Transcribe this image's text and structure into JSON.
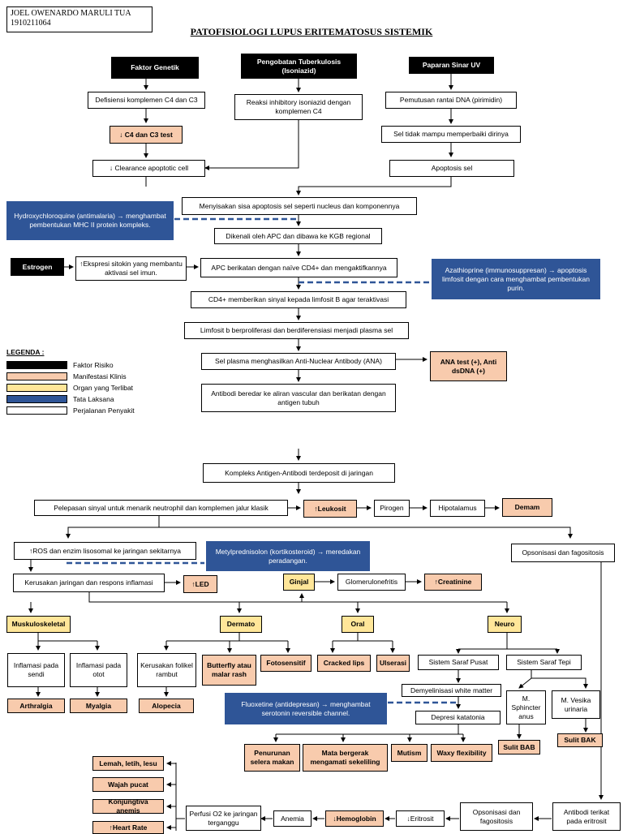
{
  "header": {
    "name": "JOEL OWENARDO MARULI TUA",
    "nim": "1910211064"
  },
  "title": "PATOFISIOLOGI LUPUS ERITEMATOSUS SISTEMIK",
  "nodes": {
    "faktor_genetik": "Faktor Genetik",
    "pengobatan_tb": "Pengobatan Tuberkulosis (Isoniazid)",
    "paparan_uv": "Paparan Sinar UV",
    "defisiensi": "Defisiensi komplemen C4 dan C3",
    "reaksi_inhibitory": "Reaksi inhibitory isoniazid dengan komplemen C4",
    "pemutusan_dna": "Pemutusan rantai DNA (pirimidin)",
    "c4c3_test": "↓ C4 dan C3 test",
    "sel_tidak_mampu": "Sel tidak mampu memperbaiki dirinya",
    "clearance": "↓ Clearance apoptotic cell",
    "apoptosis": "Apoptosis sel",
    "hcq": "Hydroxychloroquine (antimalaria) → menghambat pembentukan MHC II protein kompleks.",
    "menyisakan": "Menyisakan sisa apoptosis sel seperti nucleus dan komponennya",
    "dikenali": "Dikenali oleh APC dan dibawa ke KGB regional",
    "estrogen": "Estrogen",
    "ekspresi": "↑Ekspresi sitokin yang membantu aktivasi sel imun.",
    "apc_berikatan": "APC berikatan dengan naïve CD4+ dan mengaktifkannya",
    "azathioprine": "Azathioprine (immunosuppresan) → apoptosis limfosit dengan cara menghambat pembentukan purin.",
    "cd4": "CD4+ memberikan sinyal kepada limfosit B agar teraktivasi",
    "limfosit_b": "Limfosit b berproliferasi dan berdiferensiasi menjadi plasma sel",
    "sel_plasma": "Sel plasma menghasilkan Anti-Nuclear Antibody (ANA)",
    "ana_test": "ANA test (+), Anti dsDNA (+)",
    "antibodi_beredar": "Antibodi beredar ke aliran vascular dan berikatan dengan antigen tubuh",
    "kompleks": "Kompleks Antigen-Antibodi terdeposit di jaringan",
    "pelepasan": "Pelepasan sinyal untuk menarik neutrophil dan komplemen jalur klasik",
    "leukosit": "↑Leukosit",
    "pirogen": "Pirogen",
    "hipotalamus": "Hipotalamus",
    "demam": "Demam",
    "ros": "↑ROS dan enzim lisosomal ke jaringan sekitarnya",
    "metylpred": "Metylprednisolon (kortikosteroid) → meredakan peradangan.",
    "opsonisasi1": "Opsonisasi dan fagositosis",
    "kerusakan": "Kerusakan jaringan dan respons inflamasi",
    "led": "↑LED",
    "ginjal": "Ginjal",
    "glomerulo": "Glomerulonefritis",
    "creatinine": "↑Creatinine",
    "musculo": "Muskuloskeletal",
    "dermato": "Dermato",
    "oral": "Oral",
    "neuro": "Neuro",
    "inflamasi_sendi": "Inflamasi pada sendi",
    "inflamasi_otot": "Inflamasi pada otot",
    "folikel": "Kerusakan folikel rambut",
    "butterfly": "Butterfly atau malar rash",
    "fotosensitif": "Fotosensitif",
    "cracked": "Cracked lips",
    "ulserasi": "Ulserasi",
    "ssp": "Sistem Saraf Pusat",
    "sst": "Sistem Saraf Tepi",
    "arthralgia": "Arthralgia",
    "myalgia": "Myalgia",
    "alopecia": "Alopecia",
    "demyelinisasi": "Demyelinisasi white matter",
    "fluoxetine": "Fluoxetine (antidepresan) → menghambat serotonin reversible channel.",
    "depresi": "Depresi katatonia",
    "sphincter": "M. Sphincter anus",
    "vesika": "M. Vesika urinaria",
    "sulit_bab": "Sulit BAB",
    "sulit_bak": "Sulit BAK",
    "penurunan": "Penurunan selera makan",
    "mata": "Mata bergerak mengamati sekeliling",
    "mutism": "Mutism",
    "waxy": "Waxy flexibility",
    "lemah": "Lemah, letih, lesu",
    "pucat": "Wajah pucat",
    "konjungtiva": "Konjungtiva anemis",
    "heart": "↑Heart Rate",
    "perfusi": "Perfusi O2 ke jaringan terganggu",
    "anemia": "Anemia",
    "hemoglobin": "↓Hemoglobin",
    "eritrosit": "↓Eritrosit",
    "opsonisasi2": "Opsonisasi dan fagositosis",
    "antibodi_terikat": "Antibodi terikat pada eritrosit"
  },
  "legend": {
    "title": "LEGENDA :",
    "items": [
      {
        "label": "Faktor Risiko",
        "color": "#000000"
      },
      {
        "label": "Manifestasi Klinis",
        "color": "#f8cbad"
      },
      {
        "label": "Organ yang Terlibat",
        "color": "#ffe699"
      },
      {
        "label": "Tata Laksana",
        "color": "#2f5597"
      },
      {
        "label": "Perjalanan Penyakit",
        "color": "#ffffff"
      }
    ]
  },
  "colors": {
    "faktor_risiko": "#000000",
    "manifestasi": "#f8cbad",
    "organ": "#ffe699",
    "tata_laksana": "#2f5597",
    "perjalanan": "#ffffff"
  }
}
